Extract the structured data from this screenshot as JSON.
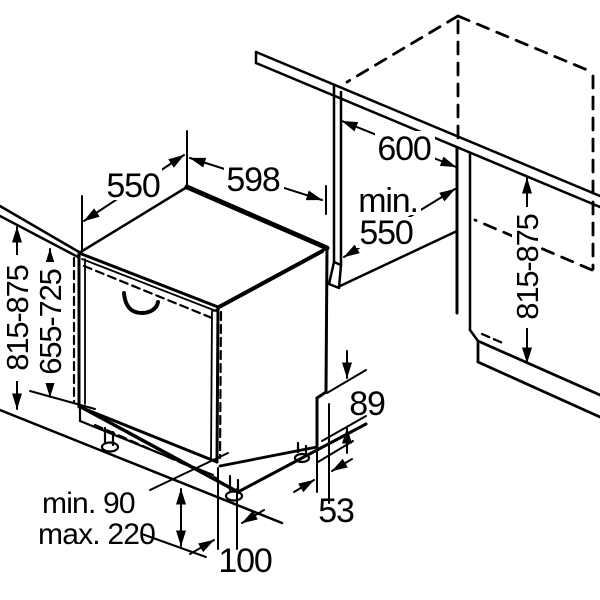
{
  "diagram_type": "dishwasher-built-in-installation-dimensions",
  "units_implied": "mm",
  "colors": {
    "line": "#000000",
    "background": "#ffffff"
  },
  "dimensions": {
    "top_depth": "550",
    "top_width": "598",
    "appliance_height": "815-875",
    "door_panel_height": "655-725",
    "niche_width": "600",
    "niche_depth_prefix": "min.",
    "niche_depth_value": "550",
    "niche_height": "815-875",
    "rear_clearance": "89",
    "rear_foot_inset": "53",
    "front_foot_inset": "100",
    "plinth_min": "min. 90",
    "plinth_max": "max. 220"
  }
}
